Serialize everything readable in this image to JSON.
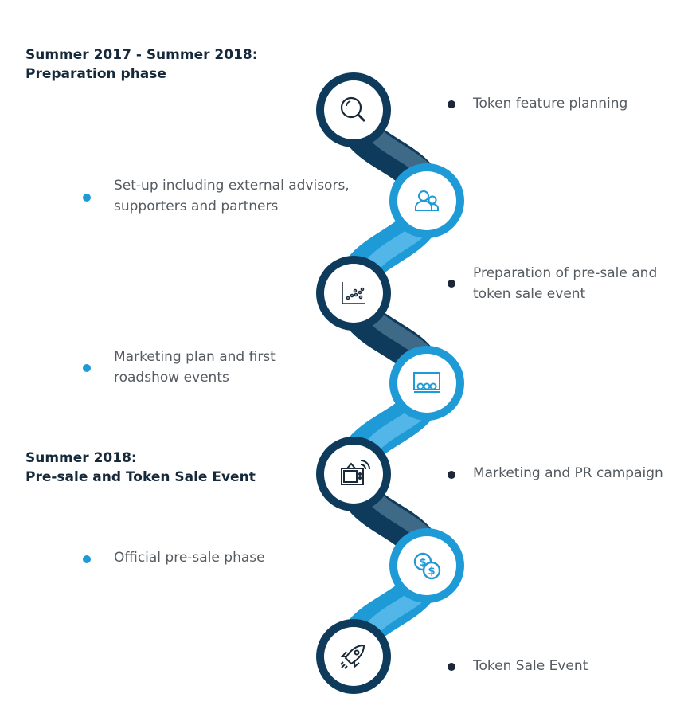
{
  "colors": {
    "dark": "#0e3a5b",
    "dark_light": "#3e6a88",
    "blue": "#1e9bd7",
    "blue_light": "#52b6e8"
  },
  "phases": [
    {
      "line1": "Summer 2017 - Summer 2018:",
      "line2": "Preparation phase"
    },
    {
      "line1": "Summer 2018:",
      "line2": "Pre-sale and Token Sale Event"
    }
  ],
  "steps": [
    {
      "icon": "magnifier-icon",
      "side": "right",
      "lines": [
        "Token feature planning"
      ]
    },
    {
      "icon": "people-icon",
      "side": "left",
      "lines": [
        "Set-up including external advisors,",
        "supporters and partners"
      ]
    },
    {
      "icon": "scatter-chart-icon",
      "side": "right",
      "lines": [
        "Preparation of pre-sale and",
        "token sale event"
      ]
    },
    {
      "icon": "audience-presentation-icon",
      "side": "left",
      "lines": [
        "Marketing plan and first",
        "roadshow events"
      ]
    },
    {
      "icon": "tv-broadcast-icon",
      "side": "right",
      "lines": [
        "Marketing and PR campaign"
      ]
    },
    {
      "icon": "coins-icon",
      "side": "left",
      "lines": [
        "Official pre-sale phase"
      ]
    },
    {
      "icon": "rocket-icon",
      "side": "right",
      "lines": [
        "Token Sale Event"
      ]
    }
  ]
}
